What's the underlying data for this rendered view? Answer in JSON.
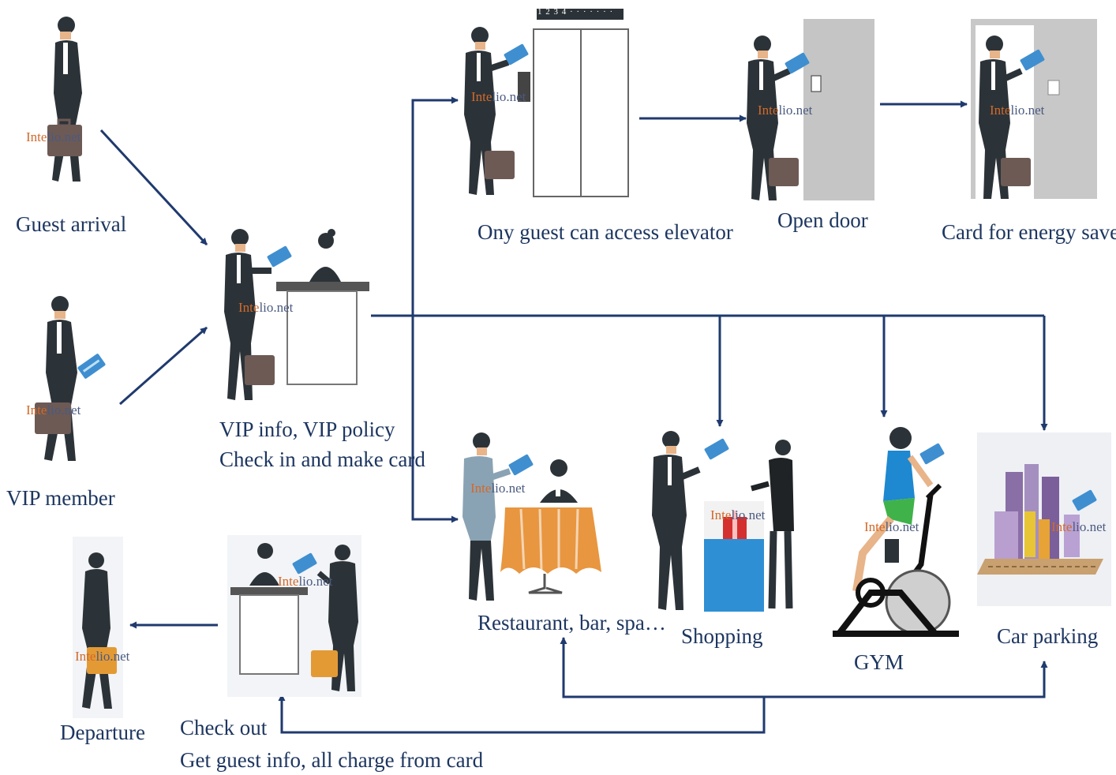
{
  "labels": {
    "guest_arrival": "Guest arrival",
    "vip_member": "VIP member",
    "checkin_line1": "VIP info, VIP policy",
    "checkin_line2": "Check in and make card",
    "elevator": "Ony guest can access elevator",
    "open_door": "Open door",
    "energy_saver": "Card for energy saver",
    "restaurant": "Restaurant, bar, spa…",
    "shopping": "Shopping",
    "gym": "GYM",
    "car_parking": "Car parking",
    "departure": "Departure",
    "checkout_line1": "Check out",
    "checkout_line2": "Get guest info, all charge from card"
  },
  "watermark": {
    "prefix": "Inte",
    "suffix": "lio.net"
  },
  "elevator_display": "1 2 3 4 · · · · · · ·",
  "colors": {
    "label_text": "#1d3660",
    "arrow": "#1f3a6e",
    "suit": "#2c3338",
    "skin": "#e8b48a",
    "card": "#3f8fd0",
    "briefcase": "#6d5a55",
    "briefcase_orange": "#e39a35",
    "door_gray": "#c5c5c5",
    "shop_counter": "#2f8fd4"
  }
}
